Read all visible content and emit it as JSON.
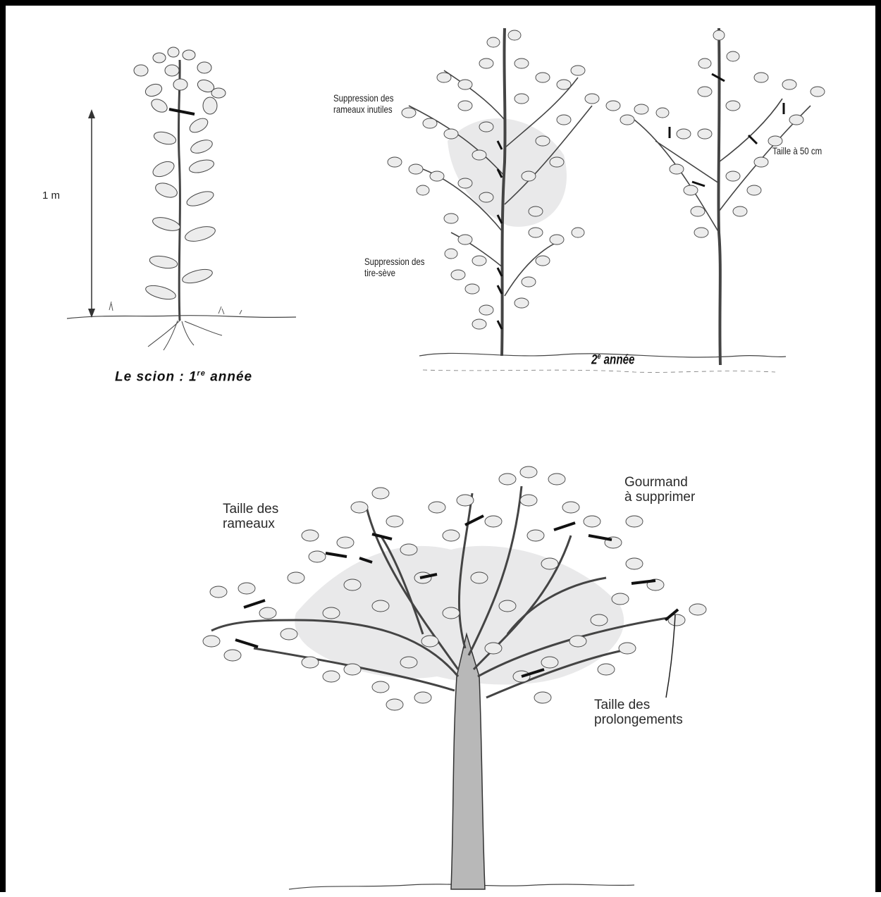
{
  "panel_scion": {
    "height_label": "1 m",
    "caption_main": "Le scion : 1",
    "caption_sup": "re",
    "caption_end": " année"
  },
  "panel_year2": {
    "label_rameaux_line1": "Suppression des",
    "label_rameaux_line2": "rameaux inutiles",
    "label_tiresseve_line1": "Suppression des",
    "label_tiresseve_line2": "tire-sève",
    "label_taille": "Taille à 50 cm",
    "caption_num": "2",
    "caption_sup": "e",
    "caption_end": " année"
  },
  "panel_mature": {
    "label_taille_rameaux_line1": "Taille des",
    "label_taille_rameaux_line2": "rameaux",
    "label_gourmand_line1": "Gourmand",
    "label_gourmand_line2": "à supprimer",
    "label_prolongements_line1": "Taille des",
    "label_prolongements_line2": "prolongements"
  },
  "colors": {
    "frame": "#000000",
    "ink": "#333333",
    "leaf_fill": "#ececec",
    "canopy_shade": "#e9e9ea",
    "cut_mark": "#111111"
  }
}
